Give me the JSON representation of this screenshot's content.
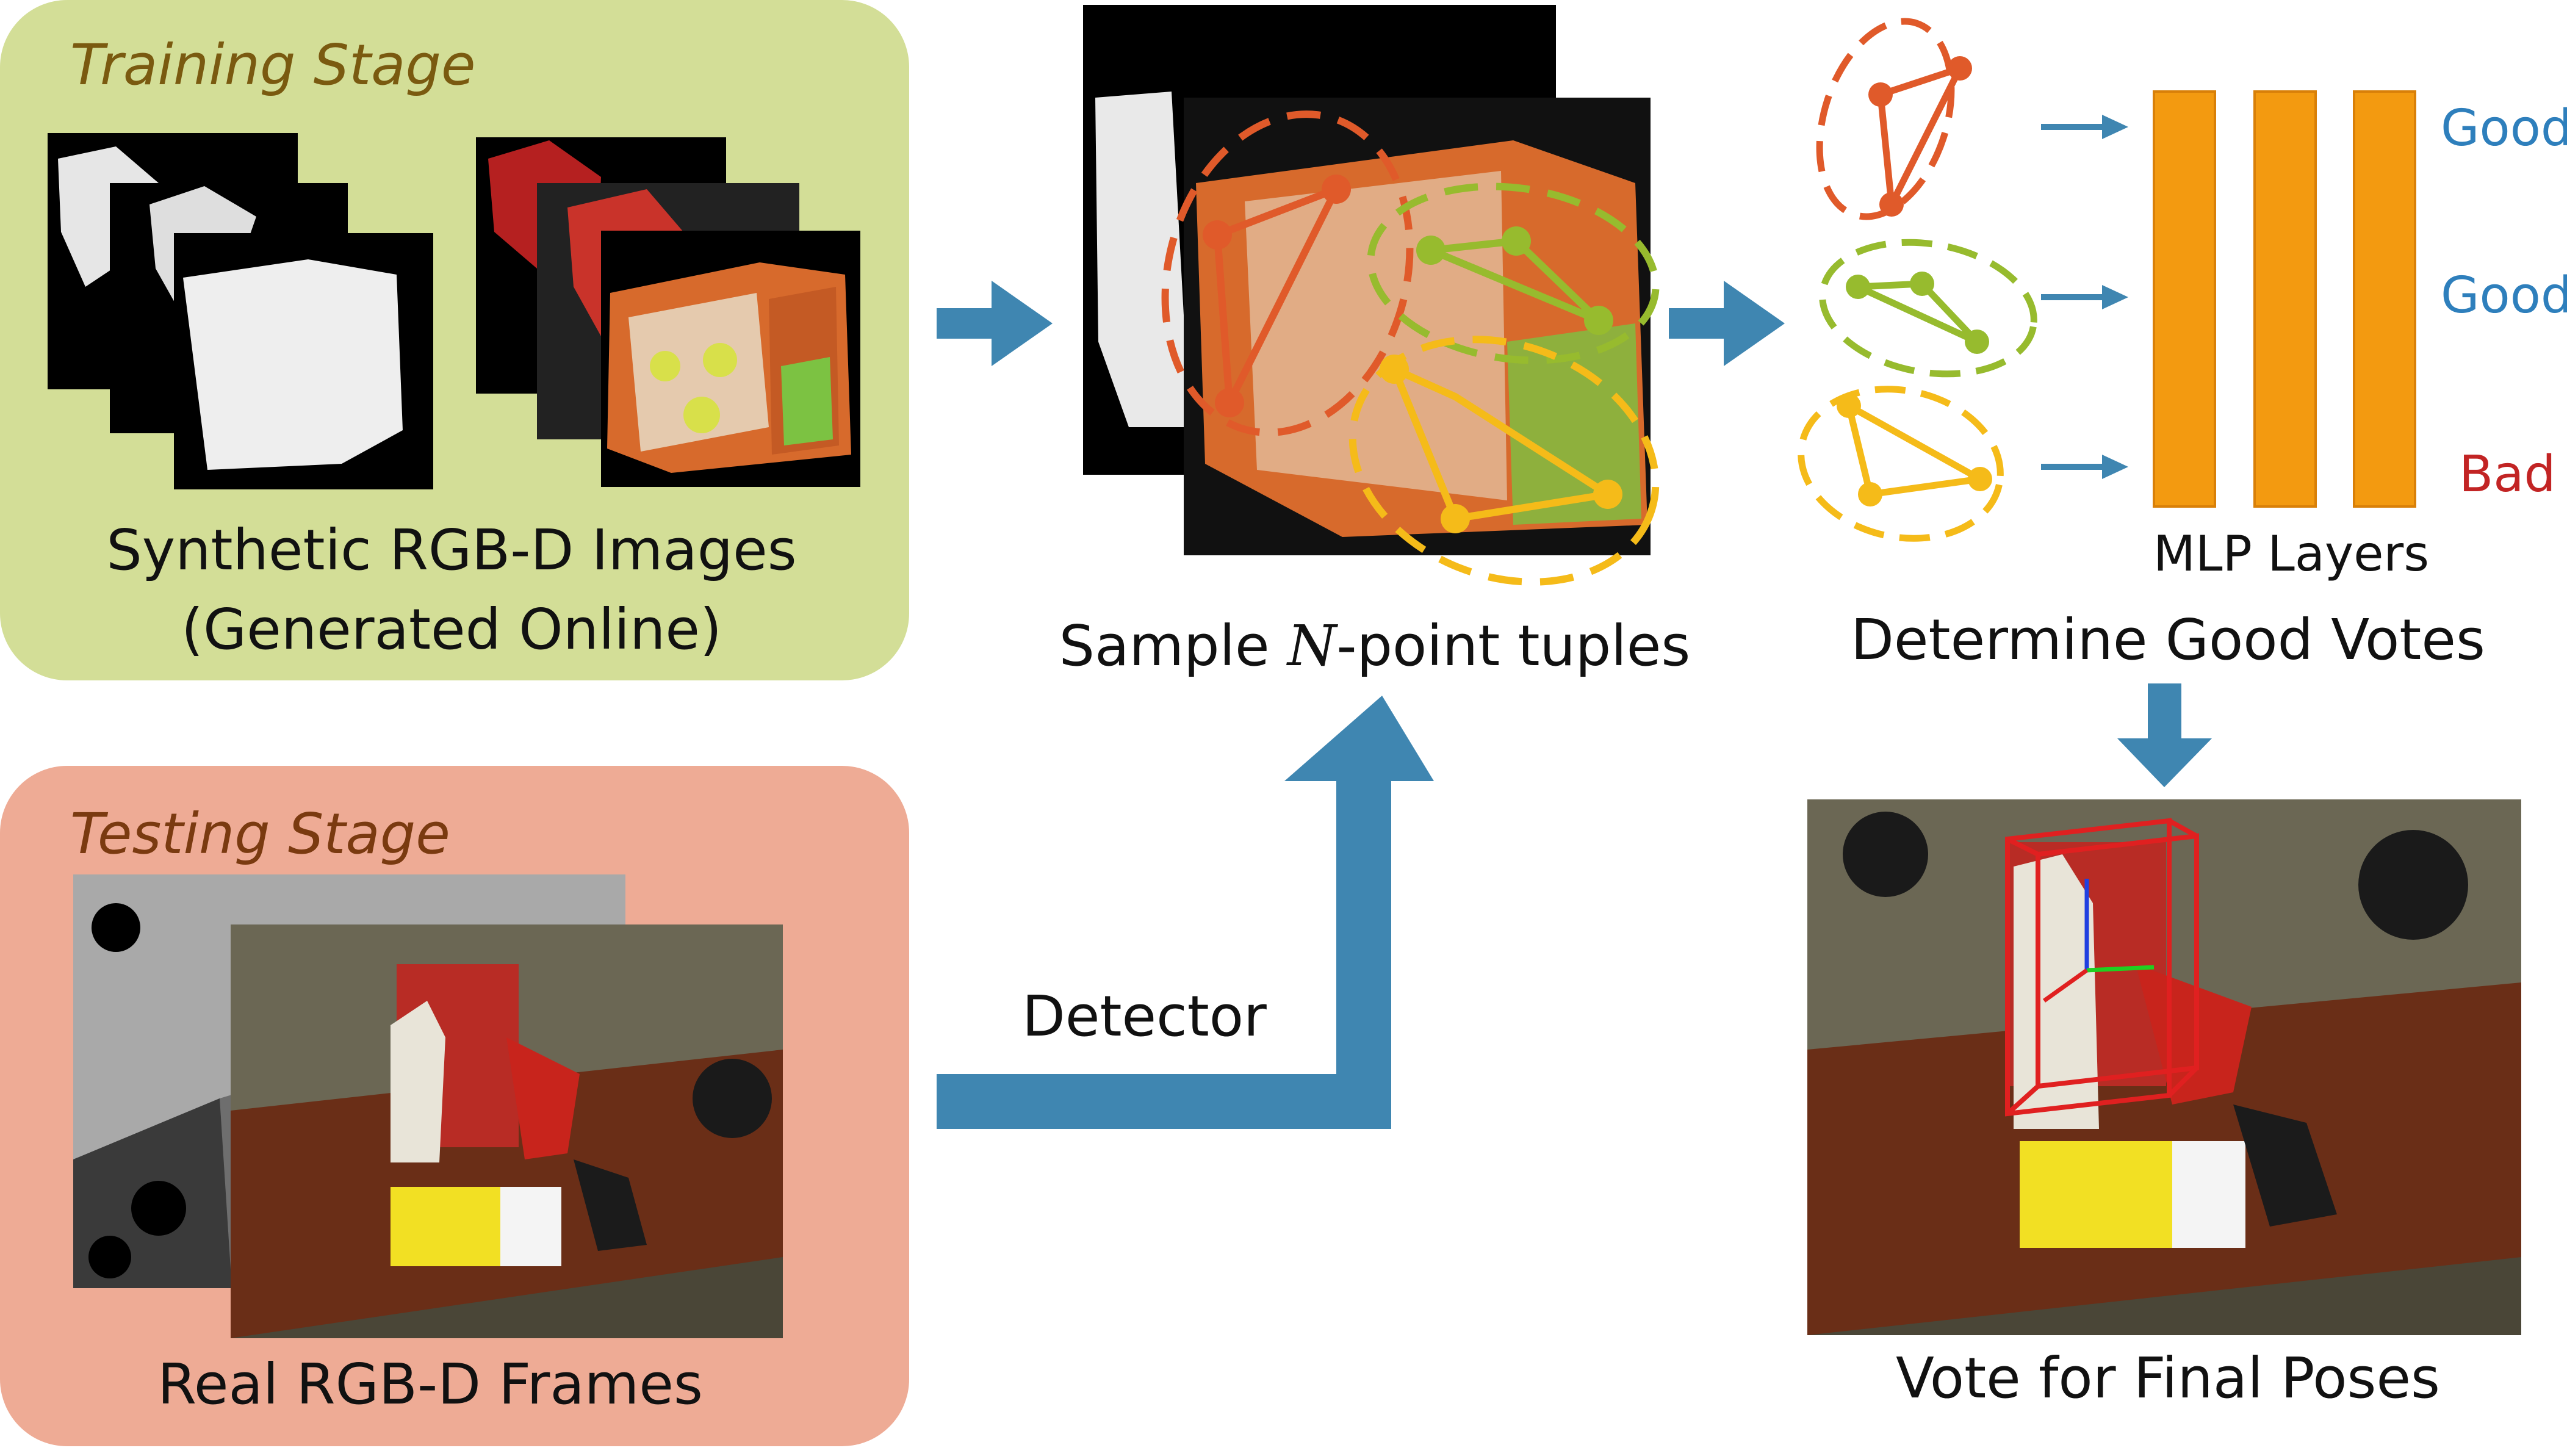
{
  "colors": {
    "training_bg": "#d3de97",
    "testing_bg": "#eeab95",
    "arrow": "#3f86b1",
    "mlp": "#f39a10",
    "good": "#2e7fbc",
    "bad": "#c22424",
    "red_tuple": "#e05a2a",
    "green_tuple": "#97bb2e",
    "yellow_tuple": "#f5bb19",
    "stage_text": "#7a5a10"
  },
  "training": {
    "stage_label": "Training Stage",
    "caption_line1": "Synthetic RGB-D Images",
    "caption_line2": "(Generated Online)"
  },
  "testing": {
    "stage_label": "Testing Stage",
    "caption": "Real RGB-D Frames"
  },
  "sampling": {
    "caption_prefix": "Sample ",
    "caption_var": "N",
    "caption_suffix": "-point tuples"
  },
  "detector": {
    "label": "Detector"
  },
  "voting": {
    "caption": "Determine Good Votes",
    "mlp_label": "MLP Layers",
    "verdicts": [
      "Good",
      "Good",
      "Bad"
    ]
  },
  "final": {
    "caption": "Vote for Final Poses"
  },
  "icons": [
    "right-arrow-icon",
    "up-arrow-icon",
    "down-arrow-icon"
  ]
}
